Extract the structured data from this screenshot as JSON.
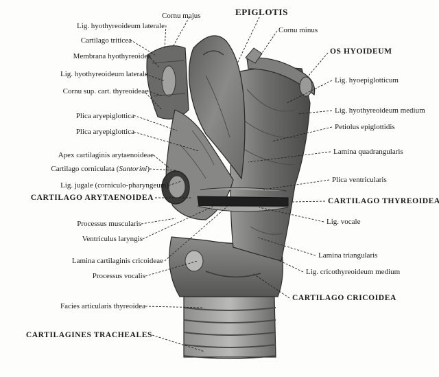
{
  "labels": {
    "l_hyo_lat_1": "Lig. hyothyreoideum laterale",
    "l_cart_triticea": "Cartilago triticea",
    "l_membrana": "Membrana hyothyreoidea",
    "l_hyo_lat_2": "Lig. hyothyreoideum laterale",
    "l_cornu_sup": "Cornu sup. cart. thyreoideae",
    "l_plica_1": "Plica aryepiglottica",
    "l_plica_2": "Plica aryepiglottica",
    "l_apex": "Apex cartilaginis arytaenoideae",
    "l_cornic_a": "Cartilago corniculata (",
    "l_cornic_b": "Santorini",
    "l_cornic_c": ")",
    "l_jugale": "Lig. jugale (corniculo-pharyngeum)",
    "l_aryt": "CARTILAGO ARYTAENOIDEA",
    "l_proc_musc": "Processus muscularis",
    "l_ventr": "Ventriculus laryngis",
    "l_lamina_cric": "Lamina cartilaginis cricoideae",
    "l_proc_voc": "Processus vocalis",
    "l_facies": "Facies articularis thyreoidea",
    "l_trach": "CARTILAGINES TRACHEALES",
    "r_cornu_majus": "Cornu majus",
    "r_epiglotis": "EPIGLOTIS",
    "r_cornu_minus": "Cornu minus",
    "r_os_hyoideum": "OS HYOIDEUM",
    "r_hyoepi": "Lig. hyoepiglotticum",
    "r_hyo_med": "Lig. hyothyreoideum medium",
    "r_petiolus": "Petiolus epiglottidis",
    "r_lam_quad": "Lamina quadrangularis",
    "r_plica_ventr": "Plica ventricularis",
    "r_thyr": "CARTILAGO THYREOIDEA",
    "r_vocale": "Lig. vocale",
    "r_lam_tri": "Lamina triangularis",
    "r_crico_med": "Lig. cricothyreoideum medium",
    "r_cricoidea": "CARTILAGO CRICOIDEA"
  },
  "colors": {
    "specimen_dark": "#3f3f3f",
    "specimen_mid": "#7a7a7a",
    "specimen_light": "#b5b5b5",
    "leader_line": "#222222"
  }
}
